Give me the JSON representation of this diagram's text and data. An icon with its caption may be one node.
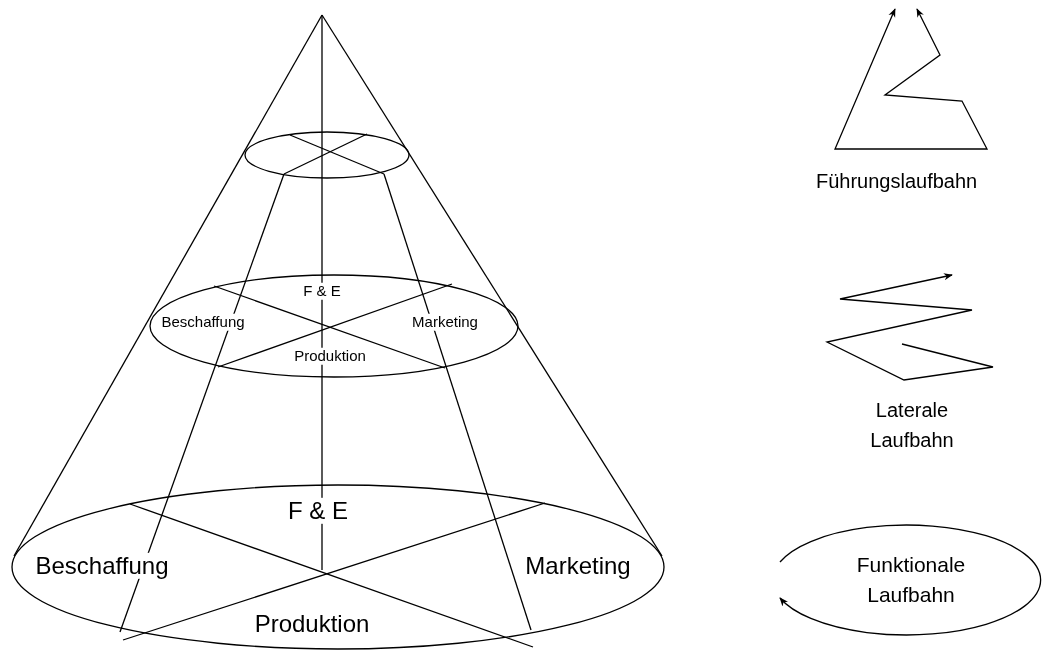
{
  "diagram": {
    "nodes": [
      {
        "text": [],
        "shape": "ellipse"
      },
      {
        "text": [
          "F & E",
          "Beschaffung",
          "Marketing",
          "Produktion"
        ]
      },
      {
        "text": [
          "F & E",
          "Beschaffung",
          "Marketing",
          "Produktion"
        ]
      },
      {
        "text": [
          "Funktionale Laufbahn"
        ]
      }
    ],
    "labels": [
      "Führungslaufbahn",
      "Laterale Laufbahn"
    ]
  }
}
